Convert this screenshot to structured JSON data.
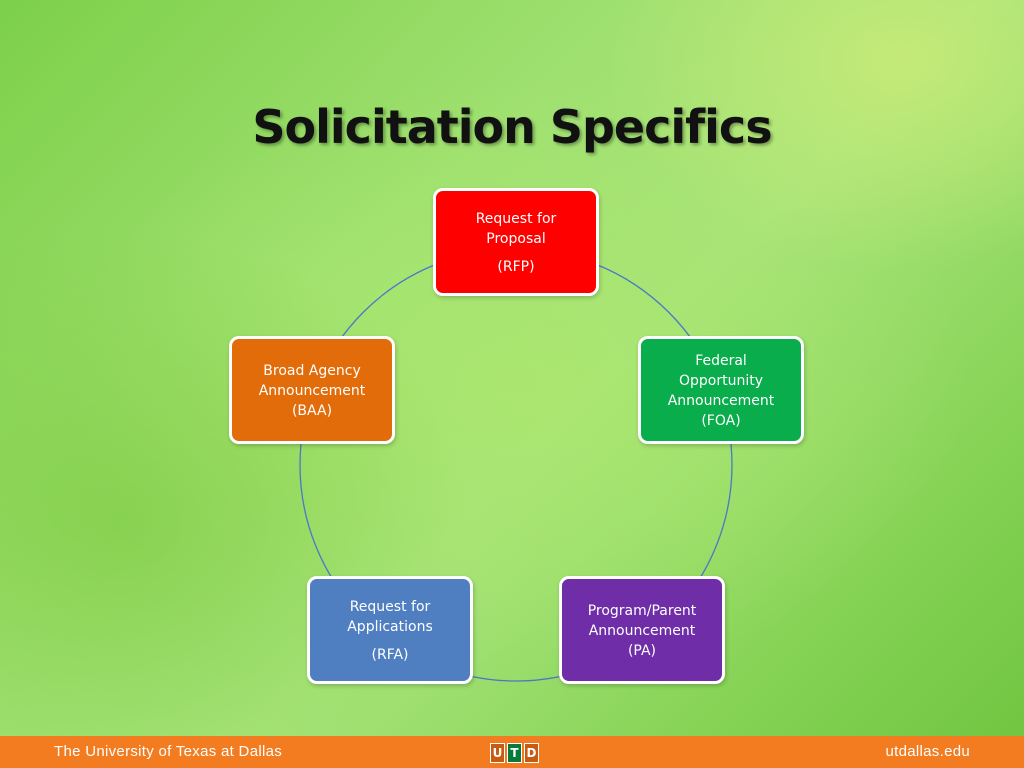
{
  "slide": {
    "title": "Solicitation Specifics"
  },
  "cycle": {
    "line_color": "#4a78c8",
    "nodes": [
      {
        "lines": [
          "Request for",
          "Proposal"
        ],
        "abbr": "(RFP)",
        "color": "#ff0000"
      },
      {
        "lines": [
          "Federal",
          "Opportunity",
          "Announcement"
        ],
        "abbr": "(FOA)",
        "color": "#0aad4c"
      },
      {
        "lines": [
          "Program/Parent",
          "Announcement"
        ],
        "abbr": "(PA)",
        "color": "#6f2da8"
      },
      {
        "lines": [
          "Request for",
          "Applications"
        ],
        "abbr": "(RFA)",
        "color": "#4f7fc1"
      },
      {
        "lines": [
          "Broad Agency",
          "Announcement"
        ],
        "abbr": "(BAA)",
        "color": "#e36c0a"
      }
    ]
  },
  "footer": {
    "university": "The University of Texas at Dallas",
    "logo_letters": [
      "U",
      "T",
      "D"
    ],
    "website": "utdallas.edu",
    "bar_color": "#f47c20"
  }
}
